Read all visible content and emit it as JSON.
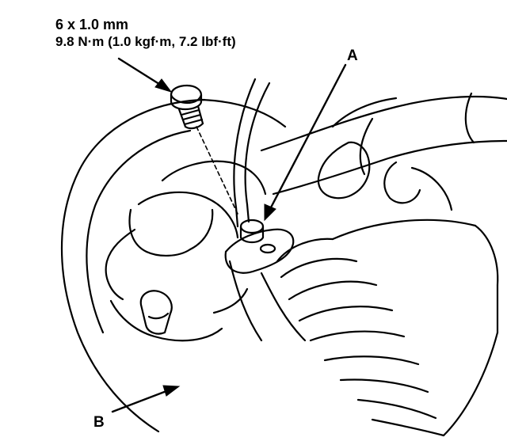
{
  "diagram": {
    "fastener_size": "6 x 1.0 mm",
    "torque_spec": "9.8 N·m (1.0 kgf·m, 7.2 lbf·ft)",
    "callouts": {
      "a": "A",
      "b": "B"
    }
  }
}
